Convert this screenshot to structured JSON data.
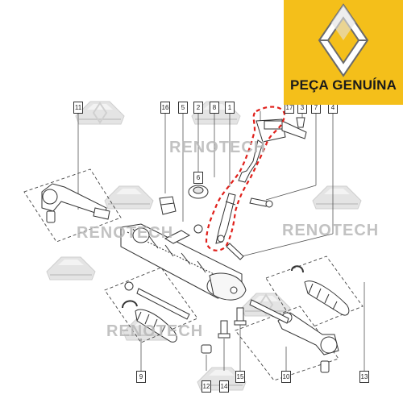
{
  "badge": {
    "text": "PEÇA GENUÍNA",
    "color": "#f4bf1a",
    "logo": "renault-diamond-logo"
  },
  "watermark": {
    "text": "RENOTECH",
    "logo": "renault-car-silhouette"
  },
  "callouts": [
    "11",
    "16",
    "5",
    "2",
    "8",
    "1",
    "17",
    "3",
    "7",
    "4",
    "6",
    "9",
    "14",
    "15",
    "10",
    "12",
    "13"
  ],
  "highlight_color": "#e0201b"
}
